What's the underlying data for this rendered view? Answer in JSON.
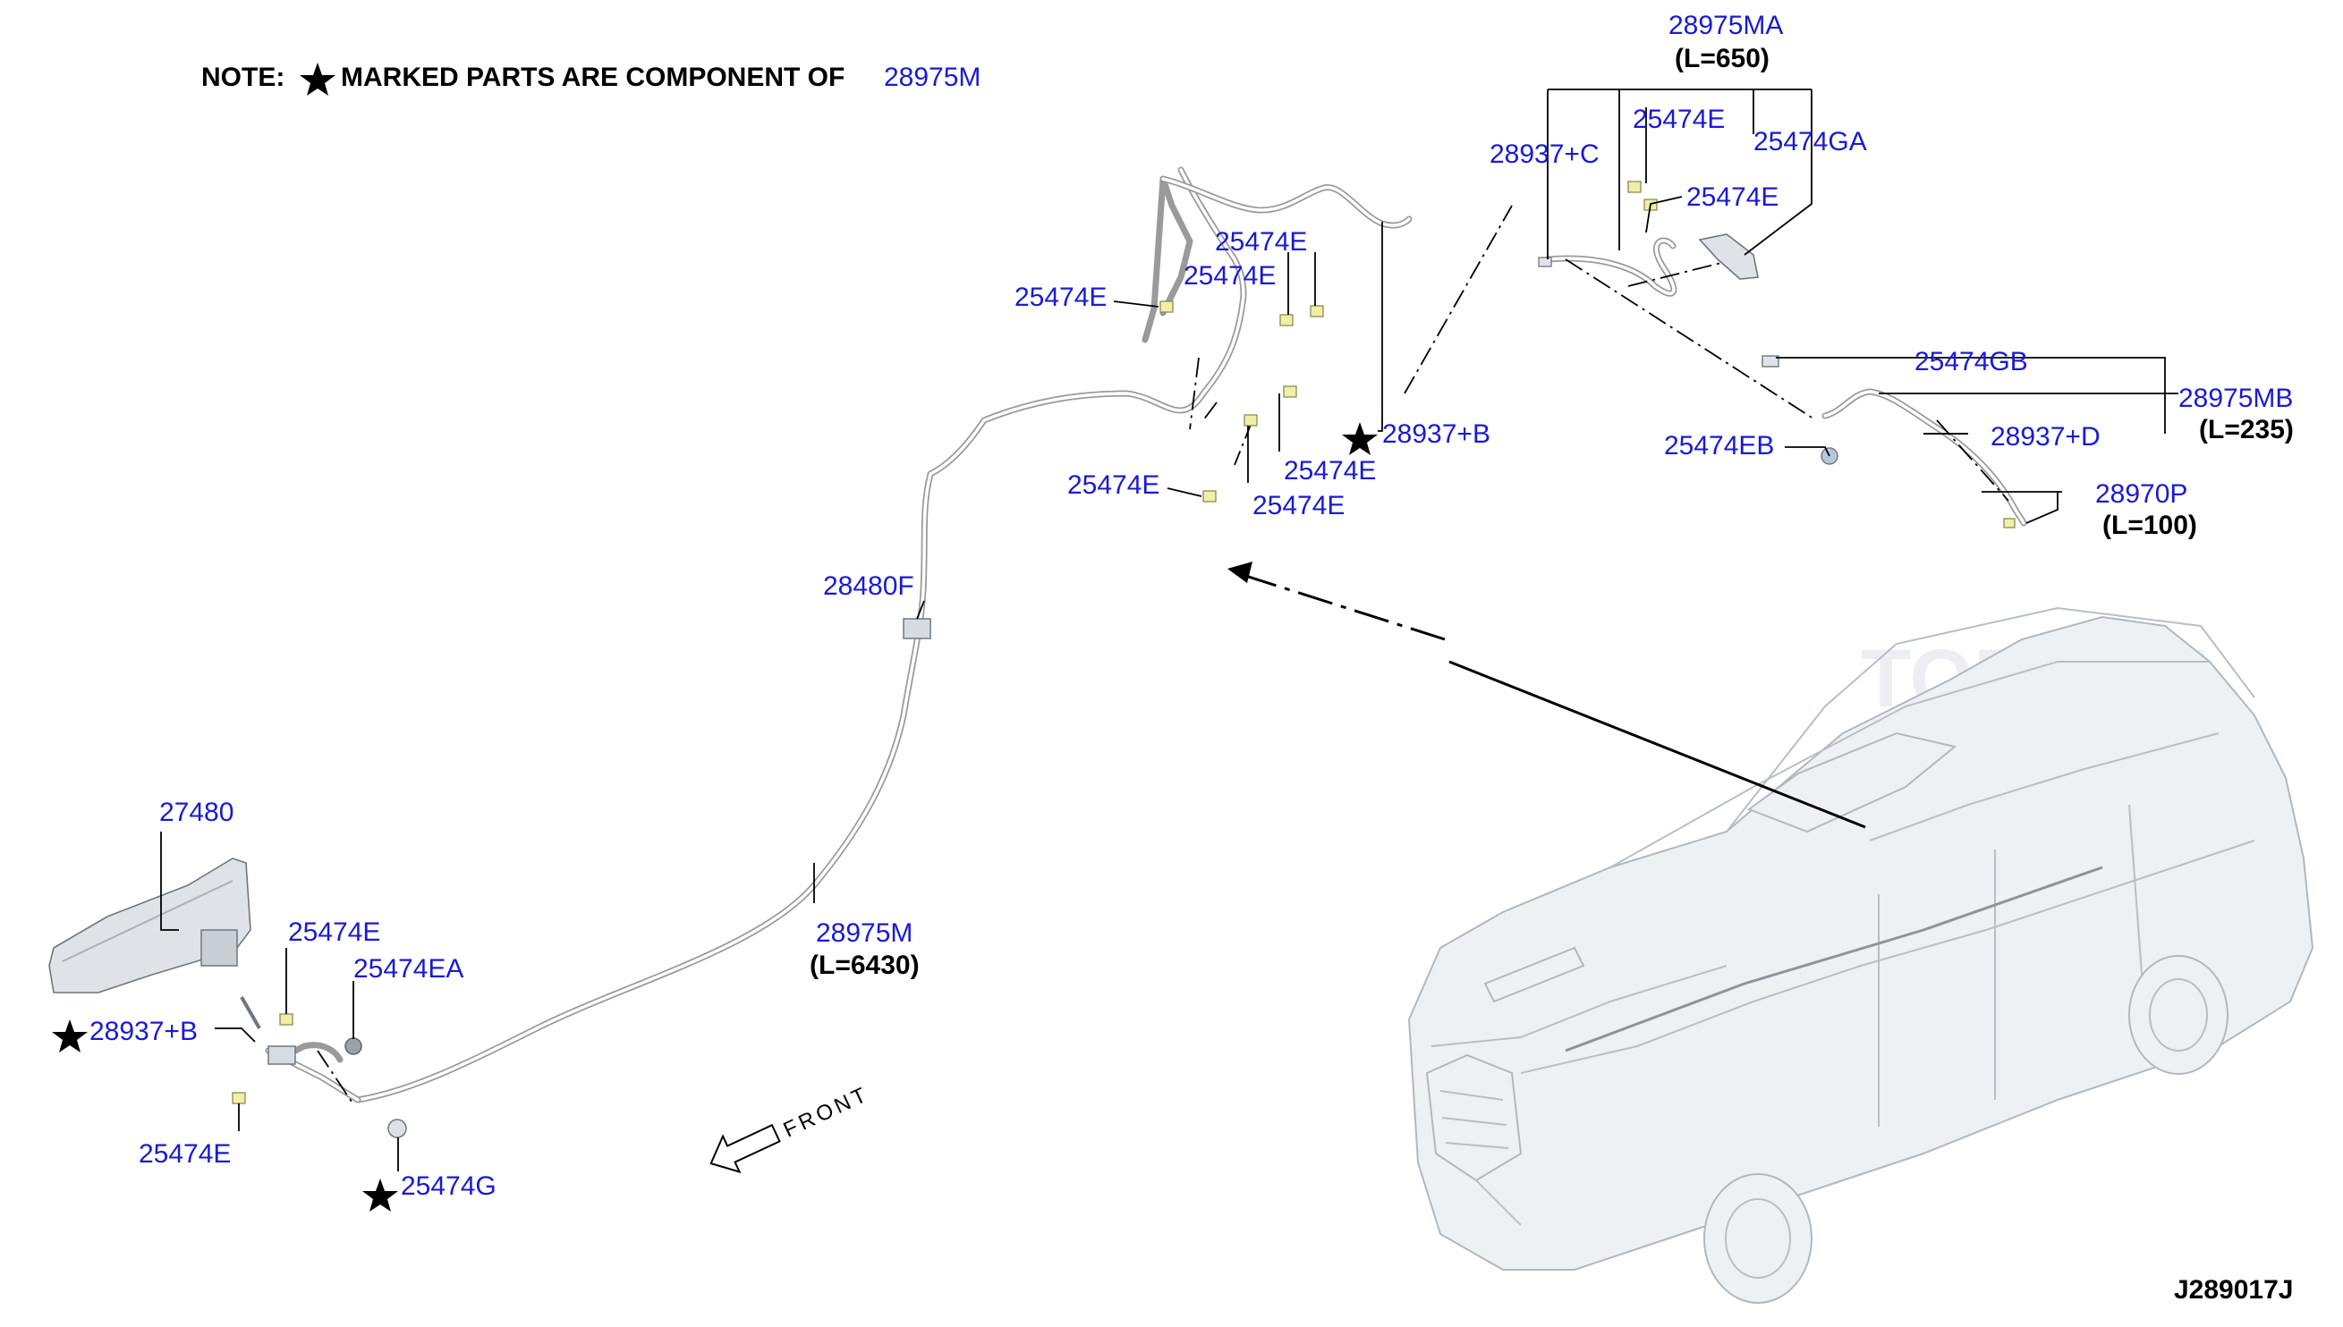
{
  "note": {
    "prefix": "NOTE:",
    "text": "MARKED PARTS ARE COMPONENT OF",
    "part": "28975M"
  },
  "labels": {
    "l_28975MA": "28975MA",
    "l_28975MA_len": "(L=650)",
    "l_28937C": "28937+C",
    "l_25474E_top1": "25474E",
    "l_25474GA": "25474GA",
    "l_25474E_top2": "25474E",
    "l_25474GB": "25474GB",
    "l_28975MB": "28975MB",
    "l_28975MB_len": "(L=235)",
    "l_25474EB": "25474EB",
    "l_28937D": "28937+D",
    "l_28970P": "28970P",
    "l_28970P_len": "(L=100)",
    "l_25474E_a": "25474E",
    "l_25474E_b": "25474E",
    "l_25474E_c": "25474E",
    "l_28937B_mid": "28937+B",
    "l_25474E_d": "25474E",
    "l_25474E_e": "25474E",
    "l_25474E_f": "25474E",
    "l_28480F": "28480F",
    "l_28975M": "28975M",
    "l_28975M_len": "(L=6430)",
    "l_27480": "27480",
    "l_25474E_low1": "25474E",
    "l_25474EA": "25474EA",
    "l_28937B_low": "28937+B",
    "l_25474E_low2": "25474E",
    "l_25474G": "25474G",
    "front": "FRONT",
    "watermark": "TORE.SA",
    "code": "J289017J"
  }
}
